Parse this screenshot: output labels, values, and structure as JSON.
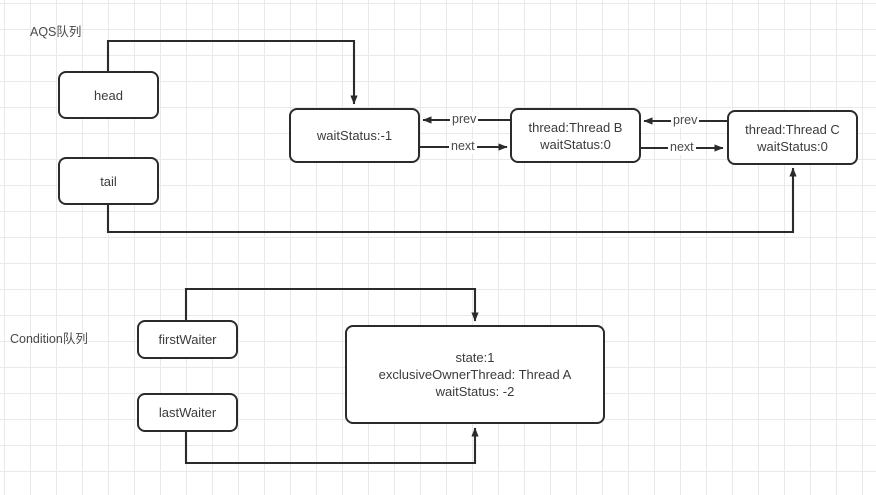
{
  "diagram": {
    "title_labels": [
      {
        "id": "aqs-queue-label",
        "text": "AQS队列"
      },
      {
        "id": "condition-queue-label",
        "text": "Condition队列"
      }
    ],
    "nodes": [
      {
        "id": "head",
        "text": "head"
      },
      {
        "id": "tail",
        "text": "tail"
      },
      {
        "id": "node-waitstatus",
        "text": "waitStatus:-1"
      },
      {
        "id": "node-thread-b",
        "text": "thread:Thread B\nwaitStatus:0"
      },
      {
        "id": "node-thread-c",
        "text": "thread:Thread C\nwaitStatus:0"
      },
      {
        "id": "first-waiter",
        "text": "firstWaiter"
      },
      {
        "id": "last-waiter",
        "text": "lastWaiter"
      },
      {
        "id": "node-state",
        "text": "state:1\nexclusiveOwnerThread: Thread A\nwaitStatus: -2"
      }
    ],
    "edge_labels": [
      {
        "id": "prev-b-to-a",
        "text": "prev"
      },
      {
        "id": "next-a-to-b",
        "text": "next"
      },
      {
        "id": "prev-c-to-b",
        "text": "prev"
      },
      {
        "id": "next-b-to-c",
        "text": "next"
      }
    ],
    "colors": {
      "stroke": "#2b2b2b",
      "text": "#3b3b3b",
      "grid": "#e9e9e9",
      "background": "#ffffff"
    }
  }
}
